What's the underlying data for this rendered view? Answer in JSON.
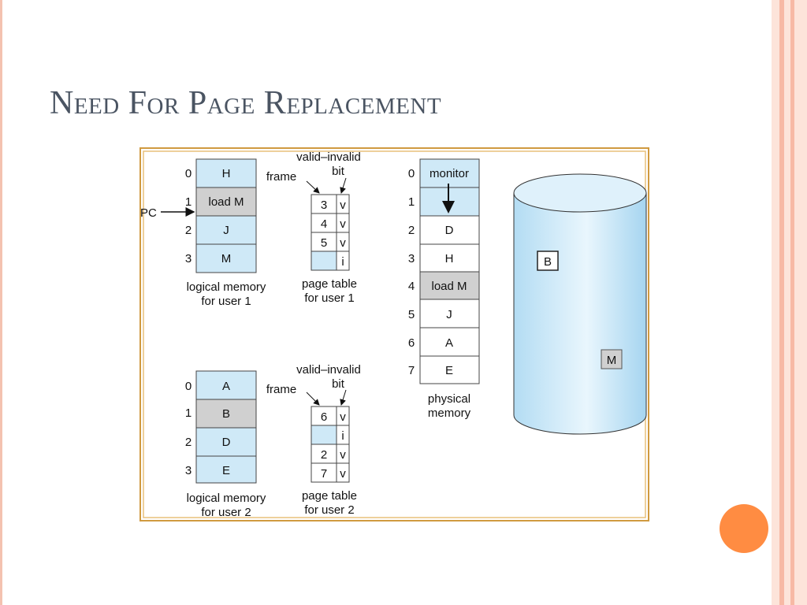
{
  "slide": {
    "title": "Need For Page Replacement"
  },
  "colors": {
    "edge_light": "#fde4da",
    "edge_mid": "#f7b9a5",
    "accent": "#ff8c42",
    "frame_outer": "#d09a40",
    "frame_inner": "#e8c07a",
    "cell_blue": "#cfe9f7",
    "cell_gray": "#d0d0d0",
    "disk_blue": "#cbe8f8"
  },
  "diagram": {
    "user1": {
      "logical_memory": {
        "indices": [
          "0",
          "1",
          "2",
          "3"
        ],
        "cells": [
          "H",
          "load M",
          "J",
          "M"
        ],
        "caption_line1": "logical memory",
        "caption_line2": "for user 1"
      },
      "page_table": {
        "header_frame": "frame",
        "header_bit_line1": "valid–invalid",
        "header_bit_line2": "bit",
        "rows": [
          {
            "frame": "3",
            "bit": "v"
          },
          {
            "frame": "4",
            "bit": "v"
          },
          {
            "frame": "5",
            "bit": "v"
          },
          {
            "frame": "",
            "bit": "i"
          }
        ],
        "caption_line1": "page table",
        "caption_line2": "for user 1"
      },
      "pc_label": "PC"
    },
    "user2": {
      "logical_memory": {
        "indices": [
          "0",
          "1",
          "2",
          "3"
        ],
        "cells": [
          "A",
          "B",
          "D",
          "E"
        ],
        "caption_line1": "logical memory",
        "caption_line2": "for user 2"
      },
      "page_table": {
        "header_frame": "frame",
        "header_bit_line1": "valid–invalid",
        "header_bit_line2": "bit",
        "rows": [
          {
            "frame": "6",
            "bit": "v"
          },
          {
            "frame": "",
            "bit": "i"
          },
          {
            "frame": "2",
            "bit": "v"
          },
          {
            "frame": "7",
            "bit": "v"
          }
        ],
        "caption_line1": "page table",
        "caption_line2": "for user 2"
      }
    },
    "physical_memory": {
      "indices": [
        "0",
        "1",
        "2",
        "3",
        "4",
        "5",
        "6",
        "7"
      ],
      "cells": [
        "monitor",
        "",
        "D",
        "H",
        "load M",
        "J",
        "A",
        "E"
      ],
      "caption_line1": "physical",
      "caption_line2": "memory"
    },
    "disk": {
      "blocks": [
        "B",
        "M"
      ]
    }
  }
}
